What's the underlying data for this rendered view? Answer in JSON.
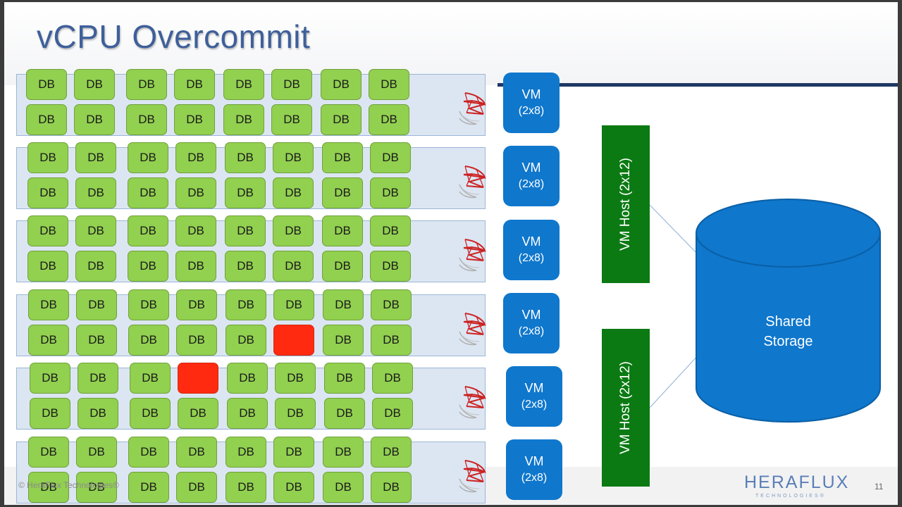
{
  "slide": {
    "title": "vCPU Overcommit",
    "copyright": "© HeraFlux Technologies®",
    "page_number": "11",
    "logo_text": "HERAFLUX",
    "logo_sub": "TECHNOLOGIES®"
  },
  "db_label": "DB",
  "servers": [
    {
      "top": [
        false,
        false,
        false,
        false,
        false,
        false,
        false,
        false
      ],
      "bottom": [
        false,
        false,
        false,
        false,
        false,
        false,
        false,
        false
      ]
    },
    {
      "top": [
        false,
        false,
        false,
        false,
        false,
        false,
        false,
        false
      ],
      "bottom": [
        false,
        false,
        false,
        false,
        false,
        false,
        false,
        false
      ]
    },
    {
      "top": [
        false,
        false,
        false,
        false,
        false,
        false,
        false,
        false
      ],
      "bottom": [
        false,
        false,
        false,
        false,
        false,
        false,
        false,
        false
      ]
    },
    {
      "top": [
        false,
        false,
        false,
        false,
        false,
        false,
        false,
        false
      ],
      "bottom": [
        false,
        false,
        false,
        false,
        false,
        true,
        false,
        false
      ]
    },
    {
      "top": [
        false,
        false,
        false,
        true,
        false,
        false,
        false,
        false
      ],
      "bottom": [
        false,
        false,
        false,
        false,
        false,
        false,
        false,
        false
      ]
    },
    {
      "top": [
        false,
        false,
        false,
        false,
        false,
        false,
        false,
        false
      ],
      "bottom": [
        false,
        false,
        false,
        false,
        false,
        false,
        false,
        false
      ]
    }
  ],
  "vms": [
    {
      "label": "VM",
      "spec": "(2x8)"
    },
    {
      "label": "VM",
      "spec": "(2x8)"
    },
    {
      "label": "VM",
      "spec": "(2x8)"
    },
    {
      "label": "VM",
      "spec": "(2x8)"
    },
    {
      "label": "VM",
      "spec": "(2x8)"
    },
    {
      "label": "VM",
      "spec": "(2x8)"
    }
  ],
  "hosts": [
    {
      "label": "VM Host (2x12)"
    },
    {
      "label": "VM Host (2x12)"
    }
  ],
  "storage": {
    "line1": "Shared",
    "line2": "Storage"
  },
  "colors": {
    "title": "#3e5f9a",
    "db_ok": "#92d050",
    "db_failed": "#ff2a10",
    "vm": "#0f77cc",
    "host": "#0b7a13",
    "storage": "#0f77cc",
    "server_bg": "#dce6f2",
    "sql_icon": "#cc2222"
  }
}
